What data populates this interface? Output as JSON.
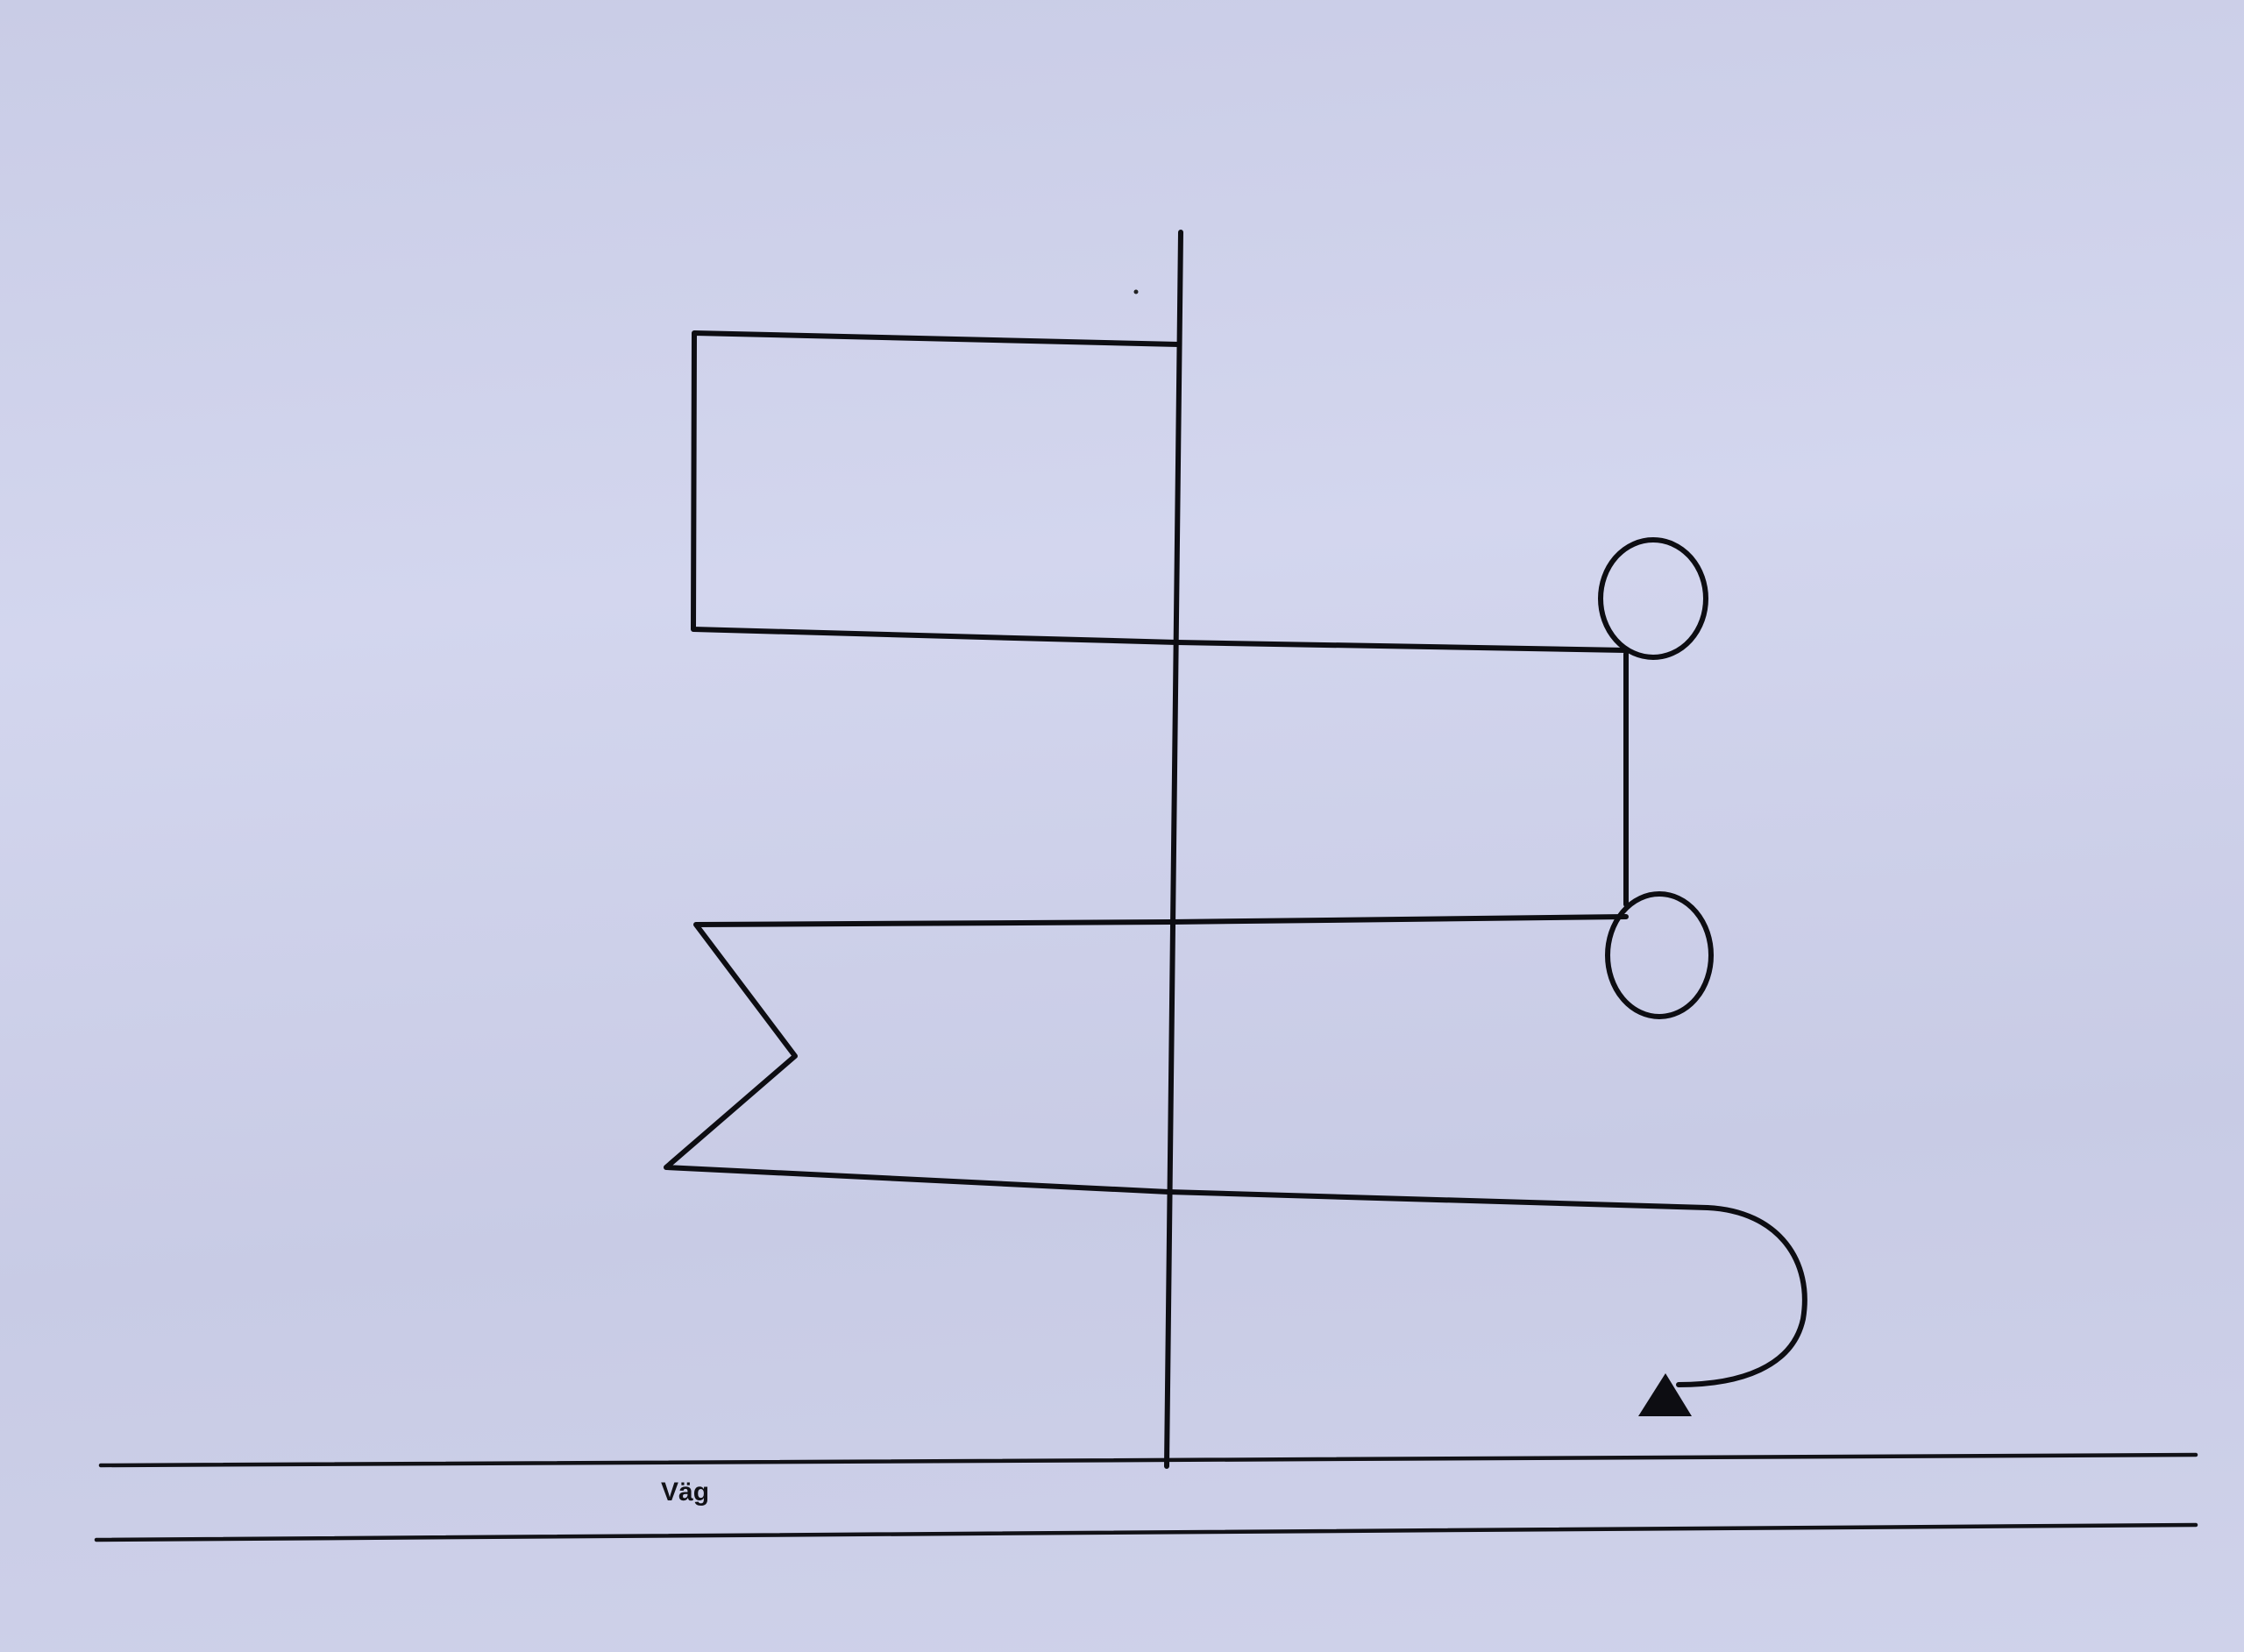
{
  "diagram": {
    "road_label": "Väg",
    "colors": {
      "background": "#ccd0e8",
      "ink": "#0d0d12"
    },
    "shapes": [
      {
        "kind": "line",
        "name": "vertical-axis"
      },
      {
        "kind": "rectangle",
        "name": "rectangular-flag"
      },
      {
        "kind": "swallowtail",
        "name": "swallowtail-flag"
      },
      {
        "kind": "circle",
        "name": "upper-circle"
      },
      {
        "kind": "circle",
        "name": "lower-circle"
      },
      {
        "kind": "curved-arrow",
        "name": "return-path"
      },
      {
        "kind": "triangle",
        "name": "filled-triangle-marker"
      },
      {
        "kind": "double-line",
        "name": "road"
      }
    ]
  }
}
